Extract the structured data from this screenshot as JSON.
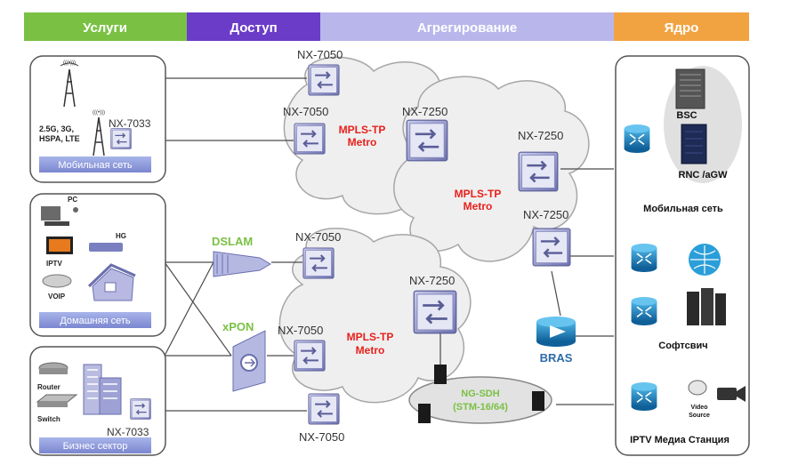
{
  "header": {
    "services": "Услуги",
    "access": "Доступ",
    "aggregation": "Агрегирование",
    "core": "Ядро"
  },
  "colors": {
    "services": "#7ac143",
    "access": "#6a3cc8",
    "aggregation": "#b9b6ec",
    "core": "#f2a341",
    "mpls": "#e8201c",
    "device": "#7477b5",
    "cloud": "#f0f0f0"
  },
  "left": {
    "mobile": {
      "tech": "2.5G, 3G, HSPA, LTE",
      "tech_line1": "2.5G, 3G,",
      "tech_line2": "HSPA, LTE",
      "device": "NX-7033",
      "label": "Мобильная сеть"
    },
    "home": {
      "pc": "PC",
      "hg": "HG",
      "iptv": "IPTV",
      "voip": "VOIP",
      "label": "Домашняя сеть"
    },
    "business": {
      "router": "Router",
      "switch": "Switch",
      "device": "NX-7033",
      "label": "Бизнес сектор"
    }
  },
  "access": {
    "dslam": "DSLAM",
    "xpon": "xPON"
  },
  "aggregation": {
    "nx7050_top1": "NX-7050",
    "nx7050_top2": "NX-7050",
    "nx7050_mid": "NX-7050",
    "nx7050_low": "NX-7050",
    "nx7050_bottom": "NX-7050",
    "nx7250_top": "NX-7250",
    "nx7250_right1": "NX-7250",
    "nx7250_right2": "NX-7250",
    "nx7250_low": "NX-7250",
    "mpls_metro_top_line1": "MPLS-TP",
    "mpls_metro_top_line2": "Metro",
    "mpls_metro_mid_line1": "MPLS-TP",
    "mpls_metro_mid_line2": "Metro",
    "mpls_metro_low_line1": "MPLS-TP",
    "mpls_metro_low_line2": "Metro",
    "sdh_line1": "NG-SDH",
    "sdh_line2": "(STM-16/64)",
    "bras": "BRAS"
  },
  "core": {
    "bsc": "BSC",
    "rnc": "RNC /aGW",
    "mobile": "Мобильная сеть",
    "softswitch": "Софтсвич",
    "video_line1": "Video",
    "video_line2": "Source",
    "iptv": "IPTV Медиа Станция"
  }
}
